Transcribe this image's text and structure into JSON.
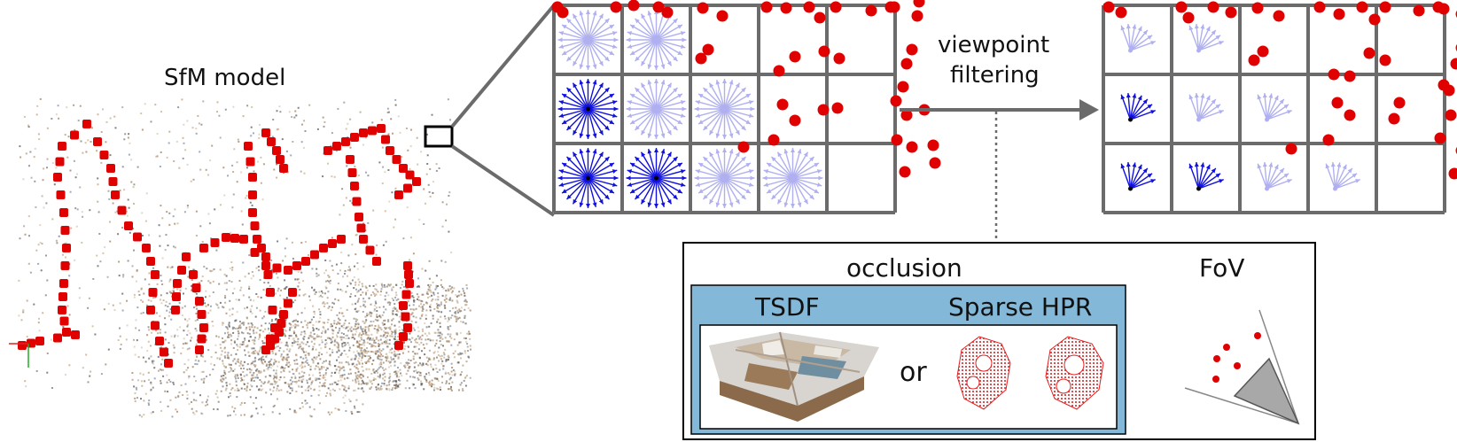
{
  "labels": {
    "sfm_title": "SfM model",
    "filter_label_line1": "viewpoint",
    "filter_label_line2": "filtering",
    "occlusion": "occlusion",
    "fov": "FoV",
    "tsdf": "TSDF",
    "sparse_hpr": "Sparse HPR",
    "or": "or"
  },
  "colors": {
    "camera_dot": "#e00000",
    "grid_line": "#6b6b6b",
    "arrow_strong": "#1010e0",
    "arrow_faint": "#b0b0f0",
    "occlusion_panel": "#84b8d8",
    "fov_cone": "#a8a8a8"
  },
  "grid_left": {
    "rows": 3,
    "cols": 5,
    "cells": [
      [
        "faint",
        "faint",
        "",
        "",
        ""
      ],
      [
        "strong",
        "faint",
        "faint",
        "",
        ""
      ],
      [
        "strong",
        "strong",
        "faint",
        "faint",
        ""
      ]
    ]
  },
  "grid_right": {
    "rows": 3,
    "cols": 5,
    "cells": [
      [
        "faint-fan",
        "faint-fan",
        "",
        "",
        ""
      ],
      [
        "strong-fan",
        "faint-fan",
        "faint-fan",
        "",
        ""
      ],
      [
        "strong-fan",
        "strong-fan",
        "faint-fan",
        "faint-fan",
        ""
      ]
    ]
  }
}
